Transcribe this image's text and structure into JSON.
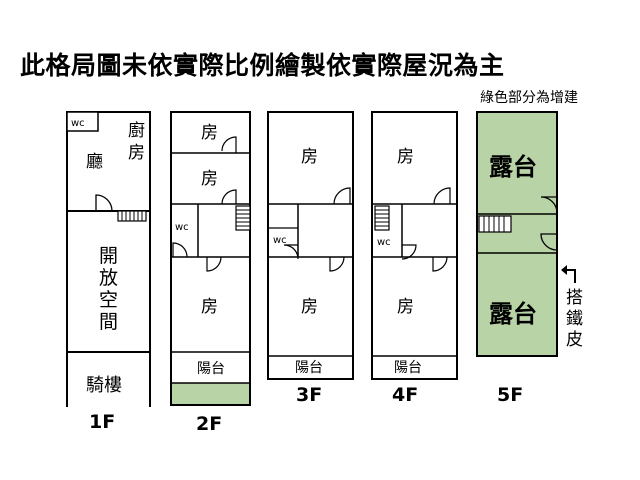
{
  "title": "此格局圖未依實際比例繪製依實際屋況為主",
  "note": "綠色部分為增建",
  "colors": {
    "addition": "#b8d3a6",
    "wall": "#000000"
  },
  "floors": {
    "f1": {
      "label": "1F",
      "wc": "wc",
      "kitchen": "廚房",
      "hall": "廳",
      "open_space": "開放空間",
      "arcade": "騎樓"
    },
    "f2": {
      "label": "2F",
      "room_top": "房",
      "room_mid": "房",
      "wc": "wc",
      "room_bottom": "房",
      "balcony": "陽台"
    },
    "f3": {
      "label": "3F",
      "room_top": "房",
      "wc": "wc",
      "room_bottom": "房",
      "balcony": "陽台"
    },
    "f4": {
      "label": "4F",
      "room_top": "房",
      "wc": "wc",
      "room_bottom": "房",
      "balcony": "陽台"
    },
    "f5": {
      "label": "5F",
      "terrace_top": "露台",
      "terrace_bottom": "露台"
    }
  },
  "annotation": {
    "text": "搭鐵皮"
  }
}
